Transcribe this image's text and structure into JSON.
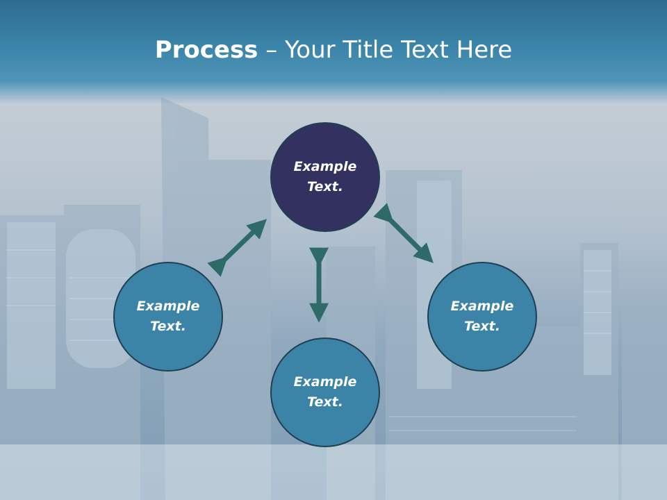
{
  "title": {
    "bold": "Process",
    "rest": " – Your Title Text Here"
  },
  "nodes": {
    "top": {
      "line1": "Example",
      "line2": "Text."
    },
    "left": {
      "line1": "Example",
      "line2": "Text."
    },
    "right": {
      "line1": "Example",
      "line2": "Text."
    },
    "bottom": {
      "line1": "Example",
      "line2": "Text."
    }
  },
  "colors": {
    "header": "#3b84a9",
    "top_node": "#33315f",
    "node": "#3b84a8",
    "arrow": "#2e6b68"
  }
}
